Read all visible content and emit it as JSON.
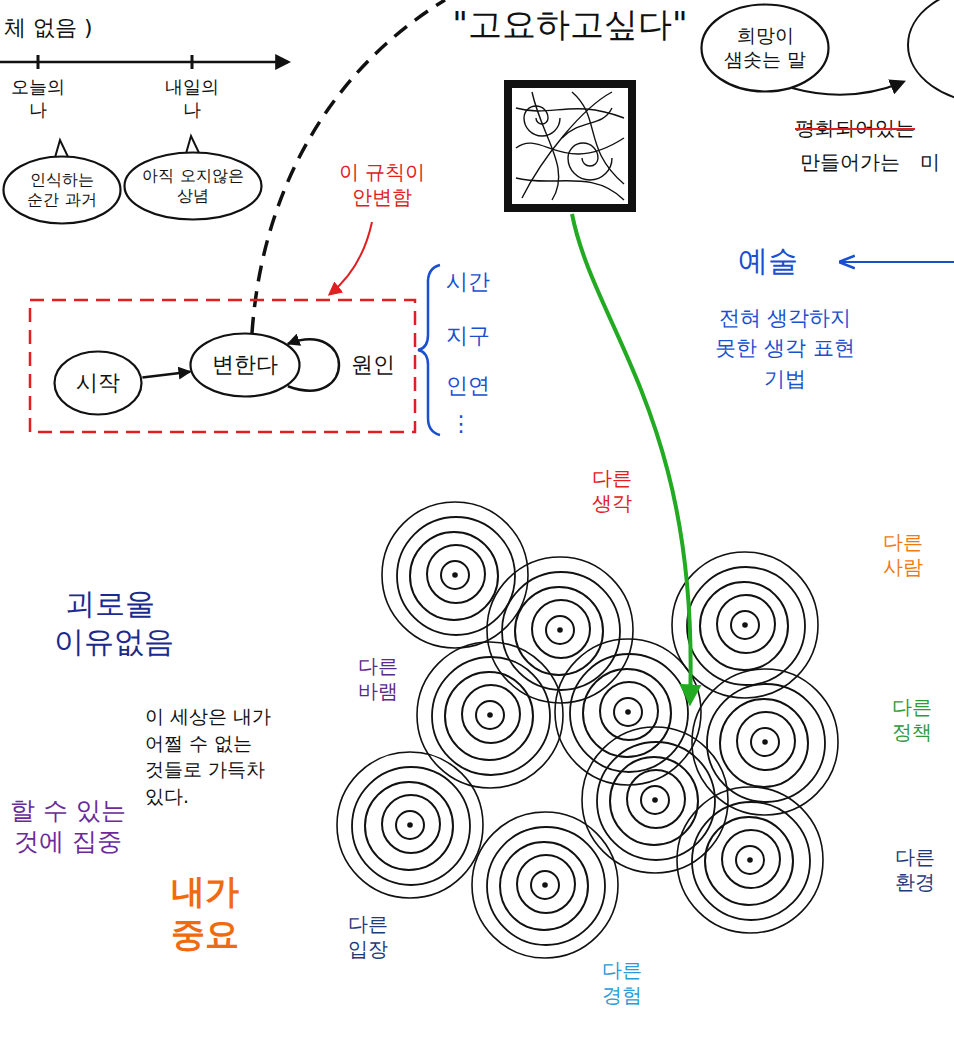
{
  "diagram": {
    "nodes": [
      {
        "text": [
          "인식하는 순간 과거"
        ]
      },
      {
        "text": [
          "아직 오지않은 상념"
        ]
      },
      {
        "text": [
          "\"고요하고싶다\""
        ]
      },
      {
        "text": [
          "희망이 샘솟는 말"
        ]
      },
      {
        "text": [
          "시작"
        ]
      },
      {
        "text": [
          "변한다"
        ]
      }
    ],
    "edges": [
      {
        "from": 4,
        "to": 5,
        "arrow": "to"
      },
      {
        "from": 5,
        "to": 5,
        "label": "원인",
        "arrow": "to"
      }
    ],
    "labels": [
      "체 없음 )",
      "오늘의 나",
      "내일의 나",
      "평화되어있는",
      "만들어가는",
      "미",
      "이 규칙이 안변함",
      "시간",
      "지구",
      "인연",
      "⋮",
      "예술",
      "전혀 생각하지 못한 생각 표현 기법",
      "다른 생각",
      "다른 사람",
      "다른 바램",
      "다른 정책",
      "다른 환경",
      "다른 입장",
      "다른 경험",
      "괴로울 이유없음",
      "이 세상은 내가 어쩔 수 없는 것들로 가득차 있다.",
      "할 수 있는 것에 집중",
      "내가 중요"
    ]
  }
}
